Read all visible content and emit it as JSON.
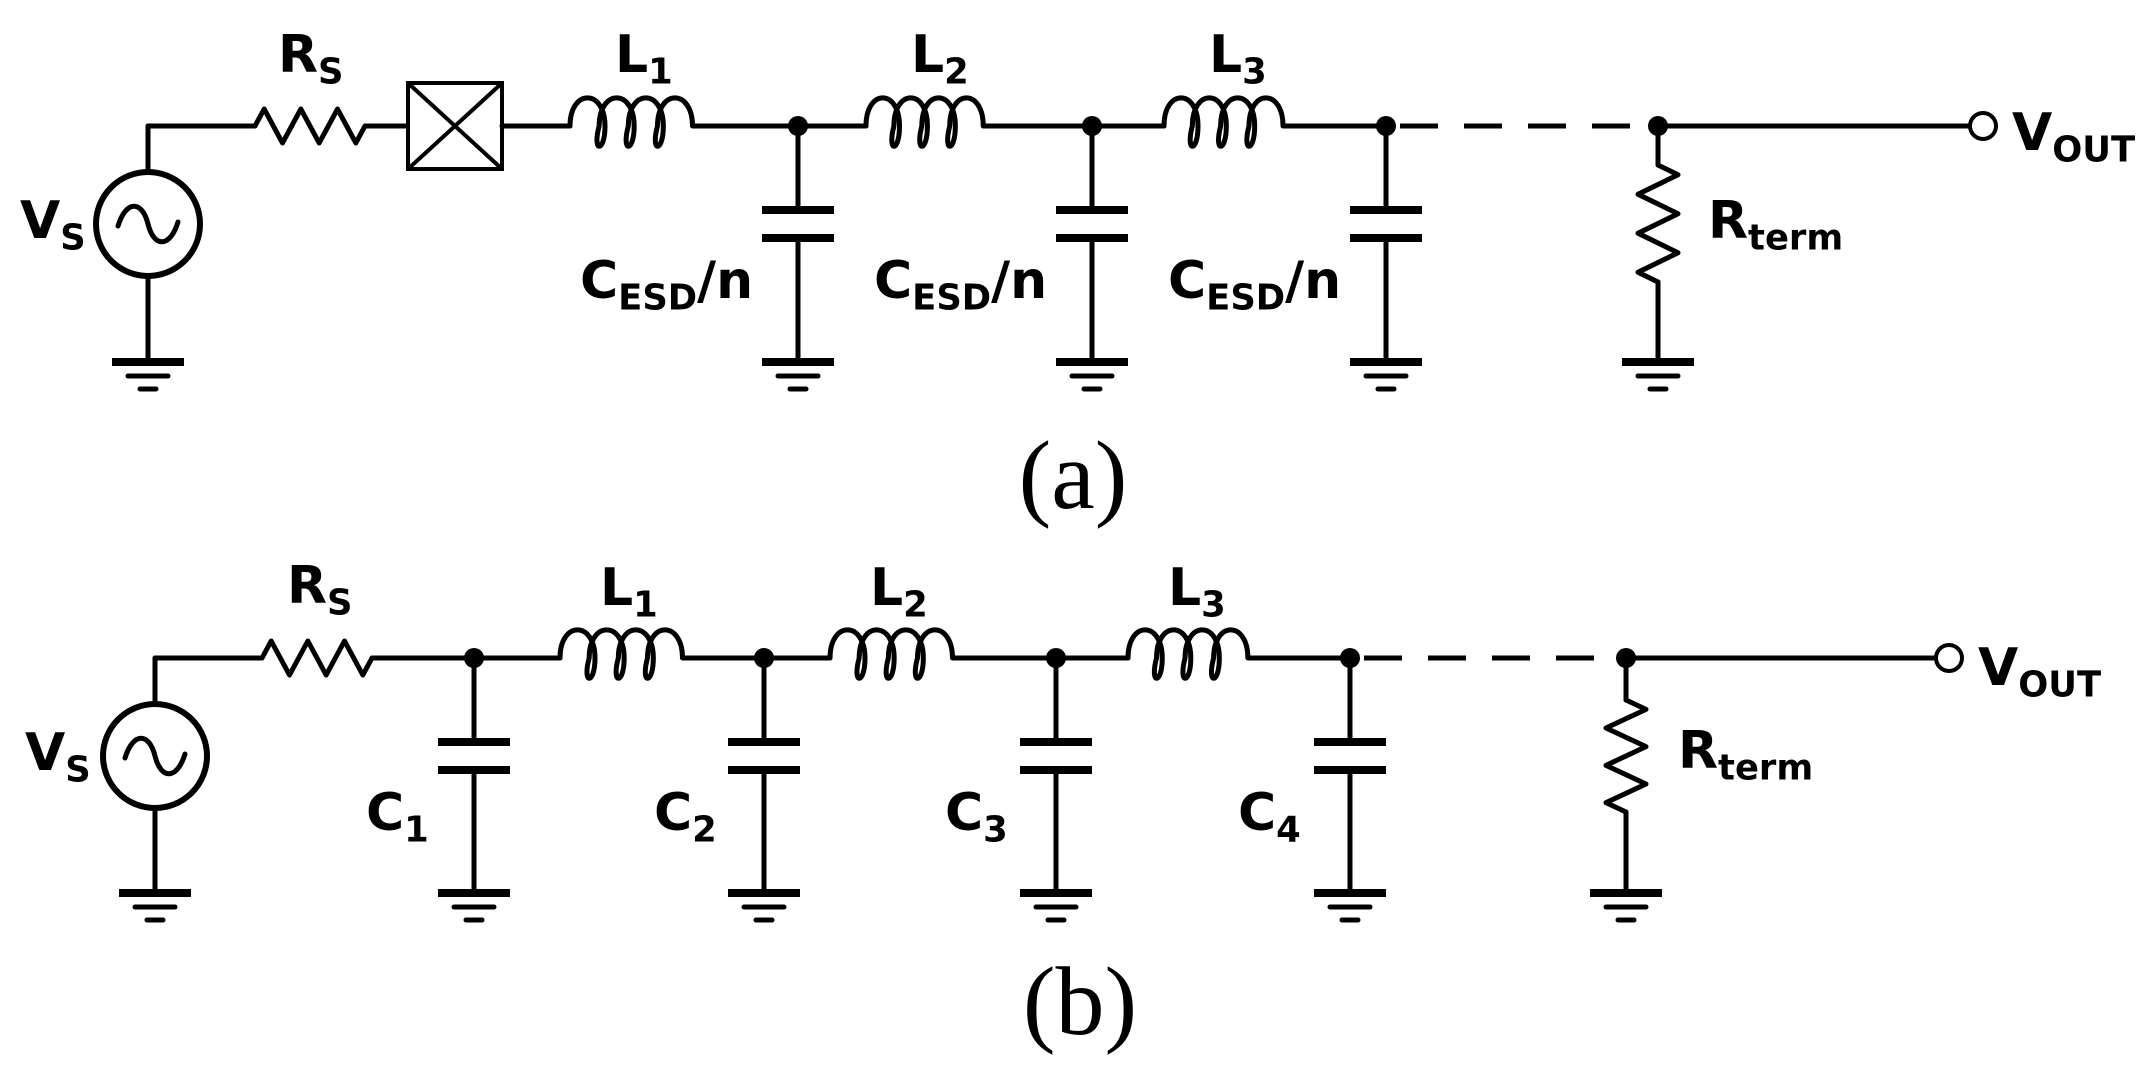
{
  "labels": {
    "source": {
      "main": "V",
      "sub": "S"
    },
    "series_resistor": {
      "main": "R",
      "sub": "S"
    },
    "output": {
      "main": "V",
      "sub": "OUT"
    },
    "termination": {
      "main": "R",
      "sub": "term"
    },
    "esd_cap": {
      "main": "C",
      "sub": "ESD",
      "suffix": "/n"
    },
    "inductors": [
      {
        "main": "L",
        "sub": "1"
      },
      {
        "main": "L",
        "sub": "2"
      },
      {
        "main": "L",
        "sub": "3"
      }
    ],
    "caps_b": [
      {
        "main": "C",
        "sub": "1"
      },
      {
        "main": "C",
        "sub": "2"
      },
      {
        "main": "C",
        "sub": "3"
      },
      {
        "main": "C",
        "sub": "4"
      }
    ]
  },
  "captions": {
    "a": "(a)",
    "b": "(b)"
  }
}
